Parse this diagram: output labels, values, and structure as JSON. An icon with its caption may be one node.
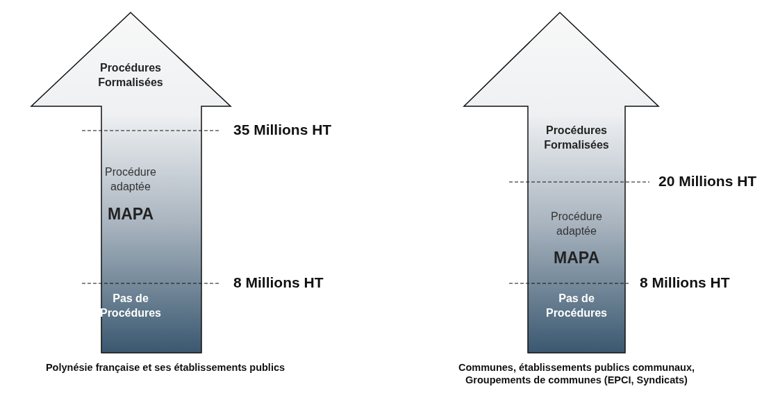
{
  "diagram": {
    "nodes": [
      {
        "text": [
          "Procédures Formalisées",
          "Procédure adaptée",
          "MAPA",
          "Pas de Procédures"
        ],
        "beside": [
          "35 Millions HT",
          "8 Millions HT",
          "Polynésie française et ses établissements publics"
        ]
      },
      {
        "text": [
          "Procédures Formalisées",
          "Procédure adaptée",
          "MAPA",
          "Pas de Procédures"
        ],
        "beside": [
          "20 Millions HT",
          "8 Millions HT",
          "Communes, établissements publics communaux, Groupements de communes (EPCI, Syndicats)"
        ]
      }
    ]
  }
}
